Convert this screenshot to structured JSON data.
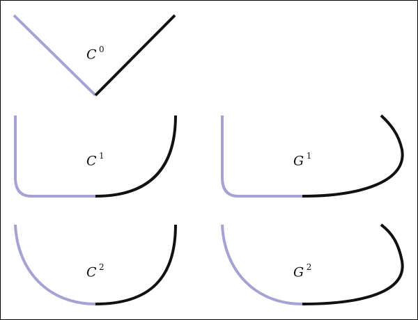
{
  "colors": {
    "first_segment": "#a6a2d2",
    "second_segment": "#111111",
    "border": "#000000",
    "background": "#ffffff"
  },
  "panels": [
    {
      "id": "c0",
      "label": {
        "symbol": "C",
        "superscript": "0"
      }
    },
    {
      "id": "c1",
      "label": {
        "symbol": "C",
        "superscript": "1"
      }
    },
    {
      "id": "g1",
      "label": {
        "symbol": "G",
        "superscript": "1"
      }
    },
    {
      "id": "c2",
      "label": {
        "symbol": "C",
        "superscript": "2"
      }
    },
    {
      "id": "g2",
      "label": {
        "symbol": "G",
        "superscript": "2"
      }
    }
  ]
}
